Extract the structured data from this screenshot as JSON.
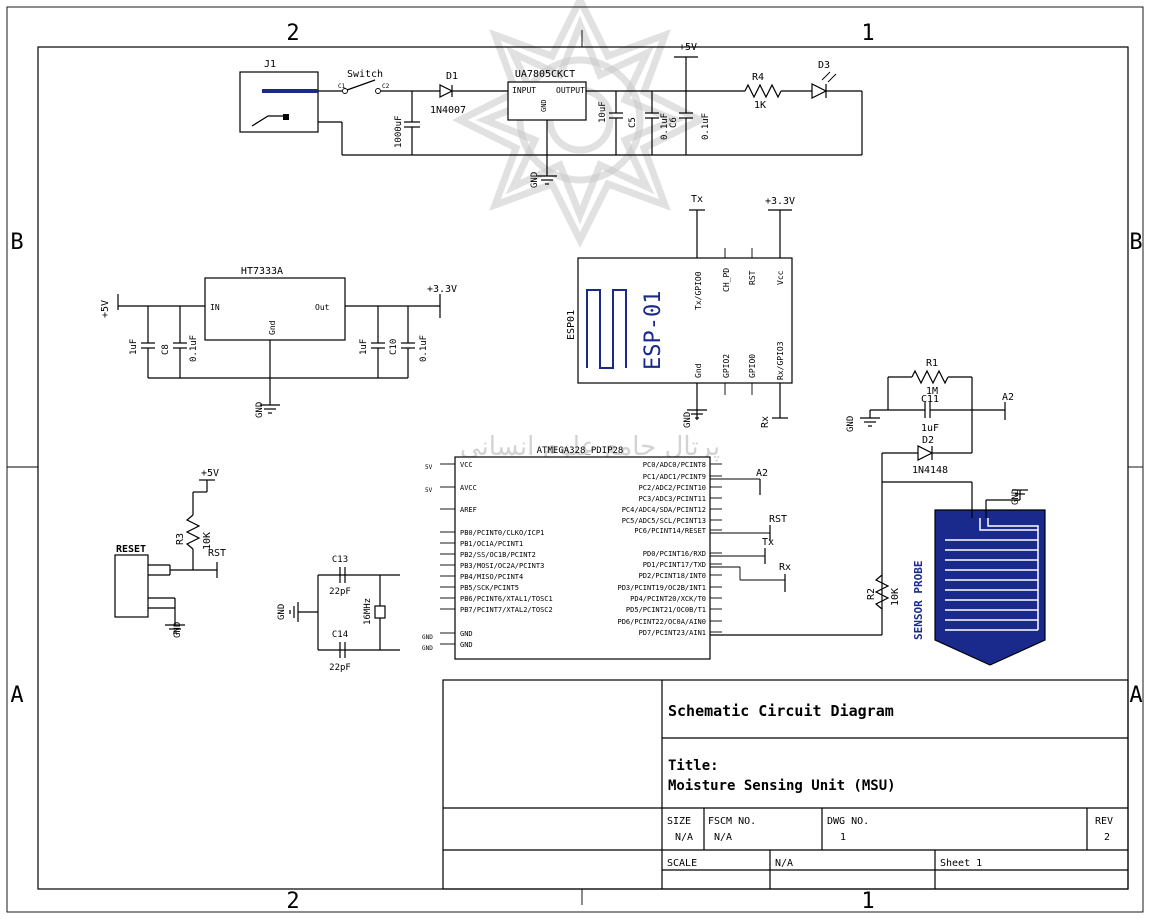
{
  "frame": {
    "top_zones": [
      "2",
      "1"
    ],
    "bottom_zones": [
      "2",
      "1"
    ],
    "left_zones": [
      "B",
      "A"
    ],
    "right_zones": [
      "B",
      "A"
    ]
  },
  "power_section": {
    "j1": "J1",
    "switch": "Switch",
    "sw_pin1": "C1",
    "sw_pin2": "C2",
    "d1": "D1",
    "d1_value": "1N4007",
    "cap_1000": "1000uF",
    "reg": "UA7805CKCT",
    "reg_in": "INPUT",
    "reg_out": "OUTPUT",
    "reg_gnd": "GND",
    "c_10uf": "10uF",
    "c5": "C5",
    "c5_value": "0.1uF",
    "c6": "C6",
    "c6_value": "0.1uF",
    "plus5v": "+5V",
    "r4": "R4",
    "r4_value": "1K",
    "d3": "D3",
    "gnd": "GND"
  },
  "ldo_section": {
    "ic": "HT7333A",
    "in": "IN",
    "out": "Out",
    "gnd_pin": "Gnd",
    "plus5v": "+5V",
    "plus33v": "+3.3V",
    "c_1uf_left": "1uF",
    "c8": "C8",
    "c8_value": "0.1uF",
    "c_1uf_right": "1uF",
    "c10": "C10",
    "c10_value": "0.1uF",
    "gnd": "GND"
  },
  "esp_section": {
    "tx_net": "Tx",
    "plus33v": "+3.3V",
    "ref": "ESP01",
    "name": "ESP-01",
    "top_pins": [
      "Tx/GPIO0",
      "CH_PD",
      "RST",
      "Vcc"
    ],
    "bottom_pins": [
      "Gnd",
      "GPIO2",
      "GPIO0",
      "Rx/GPIO3"
    ],
    "rx_net": "Rx",
    "gnd": "GND"
  },
  "probe_section": {
    "r1": "R1",
    "r1_value": "1M",
    "c11": "C11",
    "c11_value": "1uF",
    "a2": "A2",
    "d2": "D2",
    "d2_value": "1N4148",
    "r2": "R2",
    "r2_value": "10K",
    "probe_label": "SENSOR PROBE",
    "gnd": "GND"
  },
  "mcu_section": {
    "name": "ATMEGA328_PDIP28",
    "left_pins": [
      "VCC",
      "AVCC",
      "AREF",
      "PB0/PCINT0/CLKO/ICP1",
      "PB1/OC1A/PCINT1",
      "PB2/SS/OC1B/PCINT2",
      "PB3/MOSI/OC2A/PCINT3",
      "PB4/MISO/PCINT4",
      "PB5/SCK/PCINT5",
      "PB6/PCINT6/XTAL1/TOSC1",
      "PB7/PCINT7/XTAL2/TOSC2",
      "GND",
      "GND"
    ],
    "right_pins": [
      "PC0/ADC0/PCINT8",
      "PC1/ADC1/PCINT9",
      "PC2/ADC2/PCINT10",
      "PC3/ADC3/PCINT11",
      "PC4/ADC4/SDA/PCINT12",
      "PC5/ADC5/SCL/PCINT13",
      "PC6/PCINT14/RESET",
      "PD0/PCINT16/RXD",
      "PD1/PCINT17/TXD",
      "PD2/PCINT18/INT0",
      "PD3/PCINT19/OC2B/INT1",
      "PD4/PCINT20/XCK/T0",
      "PD5/PCINT21/OC0B/T1",
      "PD6/PCINT22/OC0A/AIN0",
      "PD7/PCINT23/AIN1"
    ],
    "net_a2": "A2",
    "net_rst": "RST",
    "net_tx": "Tx",
    "net_rx": "Rx",
    "c13": "C13",
    "c13_value": "22pF",
    "c14": "C14",
    "c14_value": "22pF",
    "crystal": "16MHz",
    "gnd": "GND",
    "gnd_small": "GND",
    "plus5v_small": "5V"
  },
  "reset_section": {
    "plus5v": "+5V",
    "r3": "R3",
    "r3_value": "10K",
    "rst": "RST",
    "button": "RESET",
    "gnd": "GND"
  },
  "title_block": {
    "heading": "Schematic Circuit Diagram",
    "title_label": "Title:",
    "title": "Moisture Sensing Unit (MSU)",
    "size_label": "SIZE",
    "size_value": "N/A",
    "fscm_label": "FSCM NO.",
    "fscm_value": "N/A",
    "dwg_label": "DWG NO.",
    "dwg_value": "1",
    "rev_label": "REV",
    "rev_value": "2",
    "scale_label": "SCALE",
    "scale_value": "N/A",
    "sheet": "Sheet 1"
  },
  "watermark": "پرتال جامع علوم انسانی"
}
